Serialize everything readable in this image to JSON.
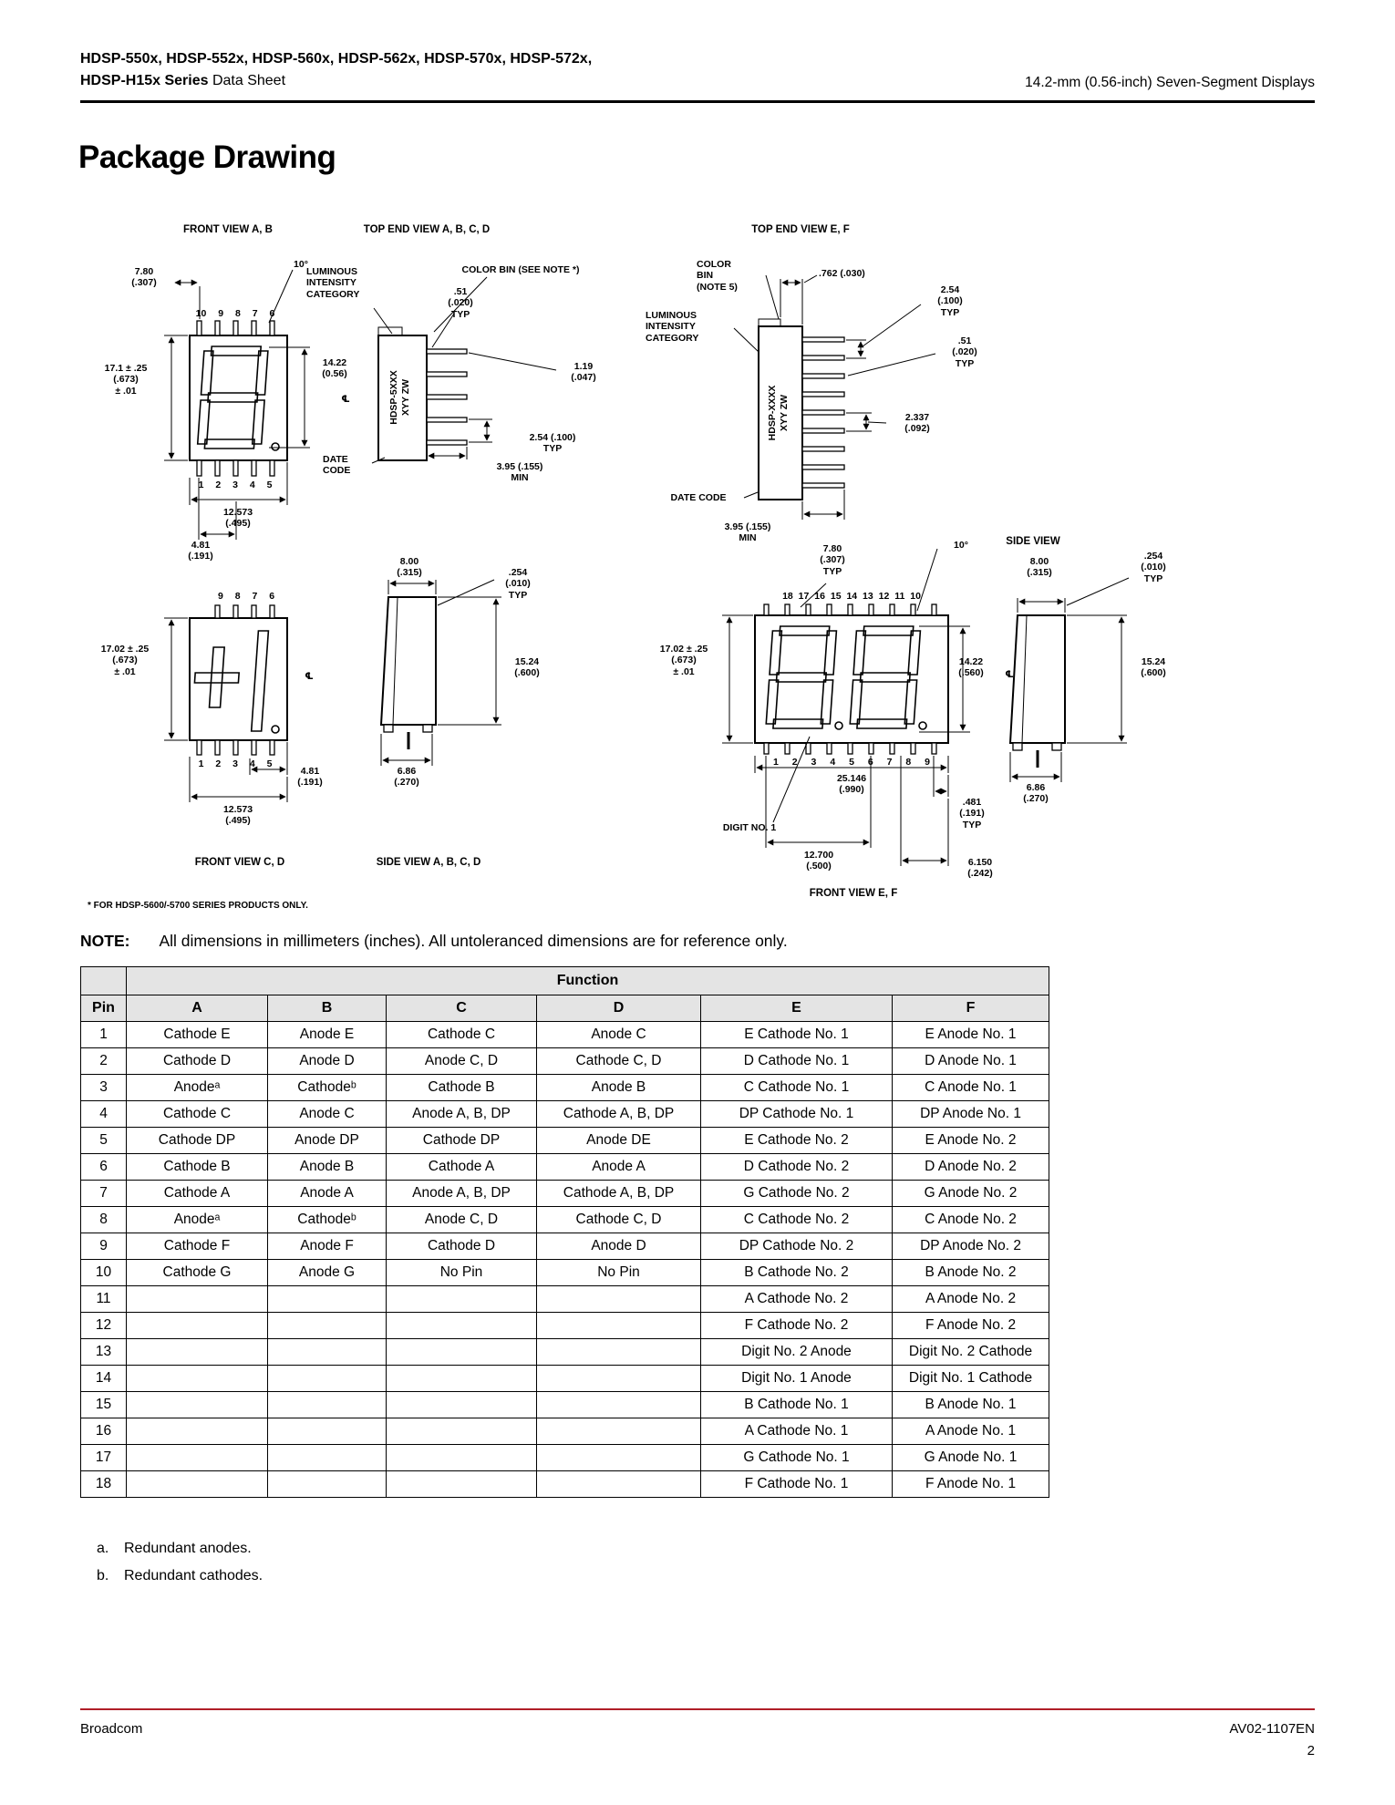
{
  "header": {
    "models_line1": "HDSP-550x, HDSP-552x, HDSP-560x, HDSP-562x, HDSP-570x, HDSP-572x,",
    "series_bold": "HDSP-H15x Series",
    "series_rest": " Data Sheet",
    "right": "14.2-mm (0.56-inch) Seven-Segment Displays"
  },
  "title": "Package Drawing",
  "drawing": {
    "captions": {
      "front_ab": "FRONT VIEW A, B",
      "top_end_abcd": "TOP END VIEW A, B, C, D",
      "top_end_ef": "TOP END VIEW E, F",
      "front_cd": "FRONT VIEW C, D",
      "side_abcd": "SIDE VIEW A, B, C, D",
      "side_ef": "SIDE VIEW",
      "front_ef": "FRONT VIEW E, F"
    },
    "front_ab": {
      "lead_pitch": "7.80\n(.307)",
      "angle": "10°",
      "pins_top": "10 9 8 7 6",
      "height": "17.1 ± .25\n(.673)\n± .01",
      "digit_height": "14.22\n(0.56)",
      "centerline": "℄",
      "pins_bottom": "1 2 3 4 5",
      "width": "12.573\n(.495)",
      "edge_to_pin": "4.81\n(.191)"
    },
    "top_end_abcd": {
      "luminous": "LUMINOUS\nINTENSITY\nCATEGORY",
      "color_bin": "COLOR BIN (SEE NOTE *)",
      "pin_width": ".51\n(.020)\nTYP",
      "marking": "HDSP-5XXX\nXYY ZW",
      "pin_thickness": "1.19\n(.047)",
      "pin_pitch": "2.54 (.100)\nTYP",
      "standoff": "3.95 (.155)\nMIN",
      "date_code": "DATE\nCODE"
    },
    "top_end_ef": {
      "color_bin": "COLOR\nBIN\n(NOTE 5)",
      "offset": ".762 (.030)",
      "pin_pitch": "2.54\n(.100)\nTYP",
      "luminous": "LUMINOUS\nINTENSITY\nCATEGORY",
      "pin_width": ".51\n(.020)\nTYP",
      "marking": "HDSP-XXXX\nXYY ZW",
      "row_spacing": "2.337\n(.092)",
      "date_code": "DATE CODE",
      "standoff": "3.95 (.155)\nMIN"
    },
    "front_cd": {
      "pins_top": "9 8 7 6",
      "height": "17.02 ± .25\n(.673)\n± .01",
      "centerline": "℄",
      "pins_bottom": "1 2 3 4 5",
      "edge_to_pin": "4.81\n(.191)",
      "width": "12.573\n(.495)"
    },
    "side_abcd": {
      "depth": "8.00\n(.315)",
      "lead_thickness": ".254\n(.010)\nTYP",
      "height": "15.24\n(.600)",
      "base_depth": "6.86\n(.270)"
    },
    "front_ef": {
      "pin_row_offset": "7.80\n(.307)\nTYP",
      "angle": "10°",
      "pins_top": "18 17 16 15 14 13 12 11 10",
      "height": "17.02 ± .25\n(.673)\n± .01",
      "digit_height": "14.22\n(.560)",
      "centerline": "℄",
      "pins_bottom": "1 2 3 4 5 6 7 8 9",
      "width": "25.146\n(.990)",
      "edge_to_pin": ".481\n(.191)\nTYP",
      "digit_no1": "DIGIT NO. 1",
      "pin_span": "12.700\n(.500)",
      "end_offset": "6.150\n(.242)"
    },
    "side_ef": {
      "depth": "8.00\n(.315)",
      "lead_thickness": ".254\n(.010)\nTYP",
      "height": "15.24\n(.600)",
      "base_depth": "6.86\n(.270)"
    },
    "footnote": "* FOR HDSP-5600/-5700 SERIES PRODUCTS ONLY."
  },
  "note": {
    "label": "NOTE:",
    "text": "All dimensions in millimeters (inches). All untoleranced dimensions are for reference only."
  },
  "table": {
    "function_header": "Function",
    "pin_header": "Pin",
    "columns": [
      "A",
      "B",
      "C",
      "D",
      "E",
      "F"
    ],
    "rows": [
      {
        "pin": "1",
        "cells": [
          "Cathode E",
          "Anode E",
          "Cathode C",
          "Anode C",
          "E Cathode No. 1",
          "E Anode No. 1"
        ]
      },
      {
        "pin": "2",
        "cells": [
          "Cathode D",
          "Anode D",
          "Anode C, D",
          "Cathode C, D",
          "D Cathode No. 1",
          "D Anode No. 1"
        ]
      },
      {
        "pin": "3",
        "cells": [
          "Anodeᵃ",
          "Cathodeᵇ",
          "Cathode B",
          "Anode B",
          "C Cathode No. 1",
          "C Anode No. 1"
        ]
      },
      {
        "pin": "4",
        "cells": [
          "Cathode C",
          "Anode C",
          "Anode A, B, DP",
          "Cathode A, B, DP",
          "DP Cathode No. 1",
          "DP Anode No. 1"
        ]
      },
      {
        "pin": "5",
        "cells": [
          "Cathode DP",
          "Anode DP",
          "Cathode DP",
          "Anode DE",
          "E Cathode No. 2",
          "E Anode No. 2"
        ]
      },
      {
        "pin": "6",
        "cells": [
          "Cathode B",
          "Anode B",
          "Cathode A",
          "Anode A",
          "D Cathode No. 2",
          "D Anode No. 2"
        ]
      },
      {
        "pin": "7",
        "cells": [
          "Cathode A",
          "Anode A",
          "Anode A, B, DP",
          "Cathode A, B, DP",
          "G Cathode No. 2",
          "G Anode No. 2"
        ]
      },
      {
        "pin": "8",
        "cells": [
          "Anodeᵃ",
          "Cathodeᵇ",
          "Anode C, D",
          "Cathode C, D",
          "C Cathode No. 2",
          "C Anode No. 2"
        ]
      },
      {
        "pin": "9",
        "cells": [
          "Cathode F",
          "Anode F",
          "Cathode D",
          "Anode D",
          "DP Cathode No. 2",
          "DP Anode No. 2"
        ]
      },
      {
        "pin": "10",
        "cells": [
          "Cathode G",
          "Anode G",
          "No Pin",
          "No Pin",
          "B Cathode No. 2",
          "B Anode No. 2"
        ]
      },
      {
        "pin": "11",
        "cells": [
          "",
          "",
          "",
          "",
          "A Cathode No. 2",
          "A Anode No. 2"
        ]
      },
      {
        "pin": "12",
        "cells": [
          "",
          "",
          "",
          "",
          "F Cathode No. 2",
          "F Anode No. 2"
        ]
      },
      {
        "pin": "13",
        "cells": [
          "",
          "",
          "",
          "",
          "Digit No. 2 Anode",
          "Digit No. 2 Cathode"
        ]
      },
      {
        "pin": "14",
        "cells": [
          "",
          "",
          "",
          "",
          "Digit No. 1 Anode",
          "Digit No. 1 Cathode"
        ]
      },
      {
        "pin": "15",
        "cells": [
          "",
          "",
          "",
          "",
          "B Cathode No. 1",
          "B Anode No. 1"
        ]
      },
      {
        "pin": "16",
        "cells": [
          "",
          "",
          "",
          "",
          "A Cathode No. 1",
          "A Anode No. 1"
        ]
      },
      {
        "pin": "17",
        "cells": [
          "",
          "",
          "",
          "",
          "G Cathode No. 1",
          "G Anode No. 1"
        ]
      },
      {
        "pin": "18",
        "cells": [
          "",
          "",
          "",
          "",
          "F Cathode No. 1",
          "F Anode No. 1"
        ]
      }
    ]
  },
  "footnotes": [
    {
      "label": "a.",
      "text": "Redundant anodes."
    },
    {
      "label": "b.",
      "text": "Redundant cathodes."
    }
  ],
  "footer": {
    "left": "Broadcom",
    "doc": "AV02-1107EN",
    "page": "2",
    "rule_color": "#b01e28"
  }
}
